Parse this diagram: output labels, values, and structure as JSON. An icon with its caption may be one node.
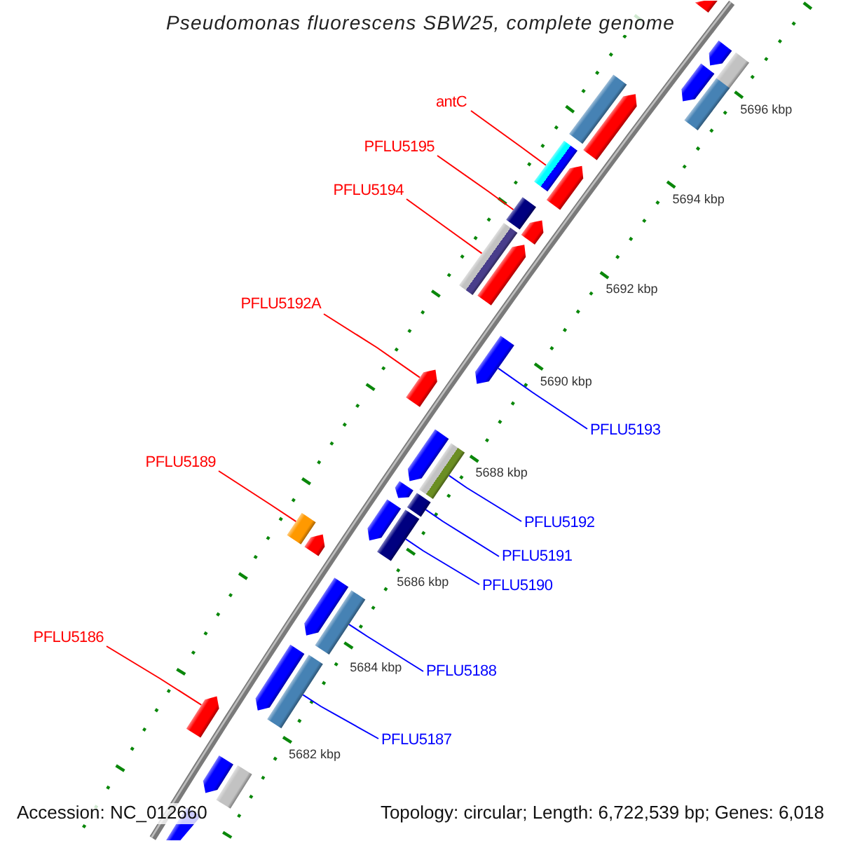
{
  "diagram": {
    "title": "Pseudomonas fluorescens SBW25, complete genome",
    "nodes": [
      {
        "text": [
          "antC"
        ]
      },
      {
        "text": [
          "PFLU5195"
        ]
      },
      {
        "text": [
          "PFLU5194"
        ]
      },
      {
        "text": [
          "PFLU5192A"
        ]
      },
      {
        "text": [
          "PFLU5193"
        ]
      },
      {
        "text": [
          "PFLU5189"
        ]
      },
      {
        "text": [
          "PFLU5192"
        ]
      },
      {
        "text": [
          "PFLU5191"
        ]
      },
      {
        "text": [
          "PFLU5190"
        ]
      },
      {
        "text": [
          "PFLU5186"
        ]
      },
      {
        "text": [
          "PFLU5188"
        ]
      },
      {
        "text": [
          "PFLU5187"
        ]
      },
      {
        "text": [],
        "shape": "pentagon"
      },
      {
        "text": [],
        "shape": "pentagon"
      },
      {
        "text": [],
        "shape": "bar"
      },
      {
        "text": [],
        "shape": "pentagon"
      },
      {
        "text": [],
        "shape": "bar"
      },
      {
        "text": [],
        "shape": "bar"
      },
      {
        "text": [],
        "shape": "pentagon"
      },
      {
        "text": [],
        "shape": "bar"
      },
      {
        "text": [],
        "shape": "pentagon"
      },
      {
        "text": [],
        "shape": "bar"
      },
      {
        "text": [],
        "shape": "pentagon"
      },
      {
        "text": [],
        "shape": "bar"
      },
      {
        "text": [],
        "shape": "pentagon"
      },
      {
        "text": [],
        "shape": "pentagon"
      },
      {
        "text": [],
        "shape": "pentagon"
      },
      {
        "text": [],
        "shape": "pentagon"
      },
      {
        "text": [],
        "shape": "bar"
      },
      {
        "text": [],
        "shape": "pentagon"
      },
      {
        "text": [],
        "shape": "pentagon"
      },
      {
        "text": [],
        "shape": "bar"
      },
      {
        "text": [],
        "shape": "bar"
      },
      {
        "text": [],
        "shape": "bar"
      },
      {
        "text": [],
        "shape": "pentagon"
      },
      {
        "text": [],
        "shape": "pentagon"
      },
      {
        "text": [],
        "shape": "bar"
      },
      {
        "text": [],
        "shape": "pentagon"
      },
      {
        "text": [],
        "shape": "bar"
      },
      {
        "text": [],
        "shape": "pentagon"
      },
      {
        "text": [],
        "shape": "pentagon"
      },
      {
        "text": [],
        "shape": "bar"
      },
      {
        "text": [],
        "shape": "pentagon"
      }
    ],
    "edges": [
      {
        "from": 0,
        "to": 19,
        "arrow": "none",
        "color": "#ff0000"
      },
      {
        "from": 1,
        "to": 21,
        "arrow": "none",
        "color": "#ff0000"
      },
      {
        "from": 2,
        "to": 23,
        "arrow": "none",
        "color": "#ff0000"
      },
      {
        "from": 3,
        "to": 26,
        "arrow": "none",
        "color": "#ff0000"
      },
      {
        "from": 4,
        "to": 25,
        "arrow": "none",
        "color": "#0000ff"
      },
      {
        "from": 5,
        "to": 32,
        "arrow": "none",
        "color": "#ff0000"
      },
      {
        "from": 6,
        "to": 28,
        "arrow": "none",
        "color": "#0000ff"
      },
      {
        "from": 7,
        "to": 31,
        "arrow": "none",
        "color": "#0000ff"
      },
      {
        "from": 8,
        "to": 33,
        "arrow": "none",
        "color": "#0000ff"
      },
      {
        "from": 9,
        "to": 39,
        "arrow": "none",
        "color": "#ff0000"
      },
      {
        "from": 10,
        "to": 36,
        "arrow": "none",
        "color": "#0000ff"
      },
      {
        "from": 11,
        "to": 38,
        "arrow": "none",
        "color": "#0000ff"
      }
    ],
    "labels": [
      "5696 kbp",
      "5694 kbp",
      "5692 kbp",
      "5690 kbp",
      "5688 kbp",
      "5686 kbp",
      "5684 kbp",
      "5682 kbp",
      "Accession: NC_012660",
      "Topology: circular; Length: 6,722,539 bp; Genes: 6,018"
    ]
  }
}
